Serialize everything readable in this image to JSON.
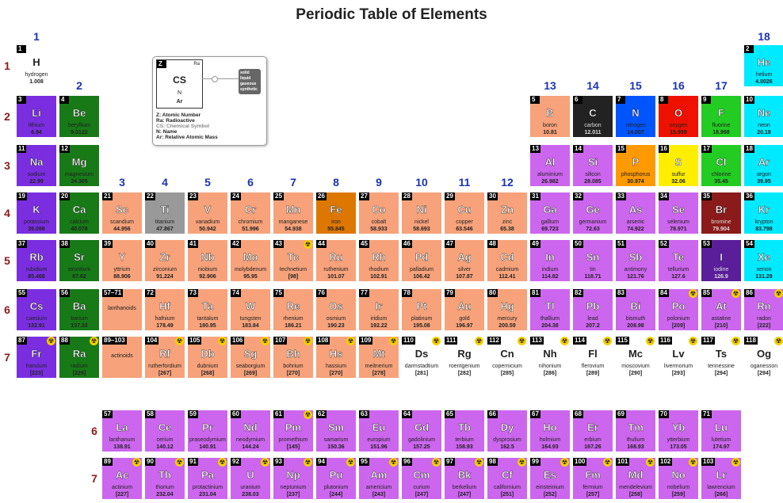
{
  "title": "Periodic Table of Elements",
  "groups": [
    "1",
    "2",
    "3",
    "4",
    "5",
    "6",
    "7",
    "8",
    "9",
    "10",
    "11",
    "12",
    "13",
    "14",
    "15",
    "16",
    "17",
    "18"
  ],
  "periods": [
    "1",
    "2",
    "3",
    "4",
    "5",
    "6",
    "7"
  ],
  "fblock_periods": [
    "6",
    "7"
  ],
  "legend": {
    "z": "Z",
    "ra": "Ra",
    "cs": "CS",
    "n": "N",
    "ar": "Ar",
    "states": "solid\nliquid\ngaseous\nsynthetic",
    "key": [
      "Z: Atomic Number",
      "Ra: Radioactive",
      "CS: Chemical Symbol",
      "N: Name",
      "Ar: Relative Atomic Mass"
    ]
  },
  "placeholders": [
    {
      "num": "57–71",
      "name": "lanthanoids",
      "row": 6,
      "col": 3
    },
    {
      "num": "89–103",
      "name": "actinoids",
      "row": 7,
      "col": 3
    }
  ],
  "colors": {
    "alkali": "#7a2ee0",
    "alkaline": "#177a17",
    "transition": "#f7a27a",
    "post": "#cc66ee",
    "metalloid": "#f7a27a",
    "nonmetal": "#0055ff",
    "halogen": "#22cc22",
    "noble": "#00eaff",
    "lanthanide": "#cc66ee",
    "unknown": "#ffffff",
    "hydrogen": "#ffffff",
    "carbon": "#222222",
    "oxygen": "#ee1100",
    "phosphorus": "#ff9900",
    "sulfur": "#ffee00",
    "titanium": "#999999",
    "iron": "#dd7700",
    "bromine": "#8b1a1a",
    "iodine": "#5a1e9a"
  },
  "elements": [
    {
      "n": "1",
      "s": "H",
      "name": "hydrogen",
      "w": "1.008",
      "r": 1,
      "c": 1,
      "col": "#ffffff"
    },
    {
      "n": "2",
      "s": "He",
      "name": "helium",
      "w": "4.0026",
      "r": 1,
      "c": 18,
      "col": "#00eaff"
    },
    {
      "n": "3",
      "s": "Li",
      "name": "lithium",
      "w": "6.94",
      "r": 2,
      "c": 1,
      "col": "#7a2ee0"
    },
    {
      "n": "4",
      "s": "Be",
      "name": "beryllium",
      "w": "9.0122",
      "r": 2,
      "c": 2,
      "col": "#177a17"
    },
    {
      "n": "5",
      "s": "B",
      "name": "boron",
      "w": "10.81",
      "r": 2,
      "c": 13,
      "col": "#f7a27a"
    },
    {
      "n": "6",
      "s": "C",
      "name": "carbon",
      "w": "12.011",
      "r": 2,
      "c": 14,
      "col": "#222222"
    },
    {
      "n": "7",
      "s": "N",
      "name": "nitrogen",
      "w": "14.007",
      "r": 2,
      "c": 15,
      "col": "#0055ff"
    },
    {
      "n": "8",
      "s": "O",
      "name": "oxygen",
      "w": "15.999",
      "r": 2,
      "c": 16,
      "col": "#ee1100"
    },
    {
      "n": "9",
      "s": "F",
      "name": "fluorine",
      "w": "18.998",
      "r": 2,
      "c": 17,
      "col": "#22cc22"
    },
    {
      "n": "10",
      "s": "Ne",
      "name": "neon",
      "w": "20.18",
      "r": 2,
      "c": 18,
      "col": "#00eaff"
    },
    {
      "n": "11",
      "s": "Na",
      "name": "sodium",
      "w": "22.99",
      "r": 3,
      "c": 1,
      "col": "#7a2ee0"
    },
    {
      "n": "12",
      "s": "Mg",
      "name": "magnesium",
      "w": "24.305",
      "r": 3,
      "c": 2,
      "col": "#177a17"
    },
    {
      "n": "13",
      "s": "Al",
      "name": "aluminium",
      "w": "26.982",
      "r": 3,
      "c": 13,
      "col": "#cc66ee"
    },
    {
      "n": "14",
      "s": "Si",
      "name": "silicon",
      "w": "28.085",
      "r": 3,
      "c": 14,
      "col": "#cc66ee"
    },
    {
      "n": "15",
      "s": "P",
      "name": "phosphorus",
      "w": "30.974",
      "r": 3,
      "c": 15,
      "col": "#ff9900"
    },
    {
      "n": "16",
      "s": "S",
      "name": "sulfur",
      "w": "32.06",
      "r": 3,
      "c": 16,
      "col": "#ffee00"
    },
    {
      "n": "17",
      "s": "Cl",
      "name": "chlorine",
      "w": "35.45",
      "r": 3,
      "c": 17,
      "col": "#22cc22"
    },
    {
      "n": "18",
      "s": "Ar",
      "name": "argon",
      "w": "39.95",
      "r": 3,
      "c": 18,
      "col": "#00eaff"
    },
    {
      "n": "19",
      "s": "K",
      "name": "potassium",
      "w": "39.098",
      "r": 4,
      "c": 1,
      "col": "#7a2ee0"
    },
    {
      "n": "20",
      "s": "Ca",
      "name": "calcium",
      "w": "40.078",
      "r": 4,
      "c": 2,
      "col": "#177a17"
    },
    {
      "n": "21",
      "s": "Sc",
      "name": "scandium",
      "w": "44.956",
      "r": 4,
      "c": 3,
      "col": "#f7a27a"
    },
    {
      "n": "22",
      "s": "Ti",
      "name": "titanium",
      "w": "47.867",
      "r": 4,
      "c": 4,
      "col": "#999999"
    },
    {
      "n": "23",
      "s": "V",
      "name": "vanadium",
      "w": "50.942",
      "r": 4,
      "c": 5,
      "col": "#f7a27a"
    },
    {
      "n": "24",
      "s": "Cr",
      "name": "chromium",
      "w": "51.996",
      "r": 4,
      "c": 6,
      "col": "#f7a27a"
    },
    {
      "n": "25",
      "s": "Mn",
      "name": "manganese",
      "w": "54.938",
      "r": 4,
      "c": 7,
      "col": "#f7a27a"
    },
    {
      "n": "26",
      "s": "Fe",
      "name": "iron",
      "w": "55.845",
      "r": 4,
      "c": 8,
      "col": "#dd7700"
    },
    {
      "n": "27",
      "s": "Co",
      "name": "cobalt",
      "w": "58.933",
      "r": 4,
      "c": 9,
      "col": "#f7a27a"
    },
    {
      "n": "28",
      "s": "Ni",
      "name": "nickel",
      "w": "58.693",
      "r": 4,
      "c": 10,
      "col": "#f7a27a"
    },
    {
      "n": "29",
      "s": "Cu",
      "name": "copper",
      "w": "63.546",
      "r": 4,
      "c": 11,
      "col": "#f7a27a"
    },
    {
      "n": "30",
      "s": "Zn",
      "name": "zinc",
      "w": "65.38",
      "r": 4,
      "c": 12,
      "col": "#f7a27a"
    },
    {
      "n": "31",
      "s": "Ga",
      "name": "gallium",
      "w": "69.723",
      "r": 4,
      "c": 13,
      "col": "#cc66ee"
    },
    {
      "n": "32",
      "s": "Ge",
      "name": "germanium",
      "w": "72.63",
      "r": 4,
      "c": 14,
      "col": "#cc66ee"
    },
    {
      "n": "33",
      "s": "As",
      "name": "arsenic",
      "w": "74.922",
      "r": 4,
      "c": 15,
      "col": "#cc66ee"
    },
    {
      "n": "34",
      "s": "Se",
      "name": "selenium",
      "w": "78.971",
      "r": 4,
      "c": 16,
      "col": "#cc66ee"
    },
    {
      "n": "35",
      "s": "Br",
      "name": "bromine",
      "w": "79.904",
      "r": 4,
      "c": 17,
      "col": "#8b1a1a"
    },
    {
      "n": "36",
      "s": "Kr",
      "name": "krypton",
      "w": "83.798",
      "r": 4,
      "c": 18,
      "col": "#00eaff"
    },
    {
      "n": "37",
      "s": "Rb",
      "name": "rubidium",
      "w": "85.468",
      "r": 5,
      "c": 1,
      "col": "#7a2ee0"
    },
    {
      "n": "38",
      "s": "Sr",
      "name": "strontium",
      "w": "87.62",
      "r": 5,
      "c": 2,
      "col": "#177a17"
    },
    {
      "n": "39",
      "s": "Y",
      "name": "yttrium",
      "w": "88.906",
      "r": 5,
      "c": 3,
      "col": "#f7a27a"
    },
    {
      "n": "40",
      "s": "Zr",
      "name": "zirconium",
      "w": "91.224",
      "r": 5,
      "c": 4,
      "col": "#f7a27a"
    },
    {
      "n": "41",
      "s": "Nb",
      "name": "niobium",
      "w": "92.906",
      "r": 5,
      "c": 5,
      "col": "#f7a27a"
    },
    {
      "n": "42",
      "s": "Mo",
      "name": "molybdenum",
      "w": "95.95",
      "r": 5,
      "c": 6,
      "col": "#f7a27a"
    },
    {
      "n": "43",
      "s": "Tc",
      "name": "technetium",
      "w": "[98]",
      "r": 5,
      "c": 7,
      "col": "#f7a27a",
      "rad": true
    },
    {
      "n": "44",
      "s": "Ru",
      "name": "ruthenium",
      "w": "101.07",
      "r": 5,
      "c": 8,
      "col": "#f7a27a"
    },
    {
      "n": "45",
      "s": "Rh",
      "name": "rhodium",
      "w": "102.91",
      "r": 5,
      "c": 9,
      "col": "#f7a27a"
    },
    {
      "n": "46",
      "s": "Pd",
      "name": "palladium",
      "w": "106.42",
      "r": 5,
      "c": 10,
      "col": "#f7a27a"
    },
    {
      "n": "47",
      "s": "Ag",
      "name": "silver",
      "w": "107.87",
      "r": 5,
      "c": 11,
      "col": "#f7a27a"
    },
    {
      "n": "48",
      "s": "Cd",
      "name": "cadmium",
      "w": "112.41",
      "r": 5,
      "c": 12,
      "col": "#f7a27a"
    },
    {
      "n": "49",
      "s": "In",
      "name": "indium",
      "w": "114.82",
      "r": 5,
      "c": 13,
      "col": "#cc66ee"
    },
    {
      "n": "50",
      "s": "Sn",
      "name": "tin",
      "w": "118.71",
      "r": 5,
      "c": 14,
      "col": "#cc66ee"
    },
    {
      "n": "51",
      "s": "Sb",
      "name": "antimony",
      "w": "121.76",
      "r": 5,
      "c": 15,
      "col": "#cc66ee"
    },
    {
      "n": "52",
      "s": "Te",
      "name": "tellurium",
      "w": "127.6",
      "r": 5,
      "c": 16,
      "col": "#cc66ee"
    },
    {
      "n": "53",
      "s": "I",
      "name": "iodine",
      "w": "126.9",
      "r": 5,
      "c": 17,
      "col": "#5a1e9a"
    },
    {
      "n": "54",
      "s": "Xe",
      "name": "xenon",
      "w": "131.29",
      "r": 5,
      "c": 18,
      "col": "#00eaff"
    },
    {
      "n": "55",
      "s": "Cs",
      "name": "caesium",
      "w": "132.91",
      "r": 6,
      "c": 1,
      "col": "#7a2ee0"
    },
    {
      "n": "56",
      "s": "Ba",
      "name": "barium",
      "w": "137.33",
      "r": 6,
      "c": 2,
      "col": "#177a17"
    },
    {
      "n": "72",
      "s": "Hf",
      "name": "hafnium",
      "w": "178.49",
      "r": 6,
      "c": 4,
      "col": "#f7a27a"
    },
    {
      "n": "73",
      "s": "Ta",
      "name": "tantalum",
      "w": "180.95",
      "r": 6,
      "c": 5,
      "col": "#f7a27a"
    },
    {
      "n": "74",
      "s": "W",
      "name": "tungsten",
      "w": "183.84",
      "r": 6,
      "c": 6,
      "col": "#f7a27a"
    },
    {
      "n": "75",
      "s": "Re",
      "name": "rhenium",
      "w": "186.21",
      "r": 6,
      "c": 7,
      "col": "#f7a27a"
    },
    {
      "n": "76",
      "s": "Os",
      "name": "osmium",
      "w": "190.23",
      "r": 6,
      "c": 8,
      "col": "#f7a27a"
    },
    {
      "n": "77",
      "s": "Ir",
      "name": "iridium",
      "w": "192.22",
      "r": 6,
      "c": 9,
      "col": "#f7a27a"
    },
    {
      "n": "78",
      "s": "Pt",
      "name": "platinum",
      "w": "195.08",
      "r": 6,
      "c": 10,
      "col": "#f7a27a"
    },
    {
      "n": "79",
      "s": "Au",
      "name": "gold",
      "w": "196.97",
      "r": 6,
      "c": 11,
      "col": "#f7a27a"
    },
    {
      "n": "80",
      "s": "Hg",
      "name": "mercury",
      "w": "200.59",
      "r": 6,
      "c": 12,
      "col": "#f7a27a"
    },
    {
      "n": "81",
      "s": "Tl",
      "name": "thallium",
      "w": "204.38",
      "r": 6,
      "c": 13,
      "col": "#cc66ee"
    },
    {
      "n": "82",
      "s": "Pb",
      "name": "lead",
      "w": "207.2",
      "r": 6,
      "c": 14,
      "col": "#cc66ee"
    },
    {
      "n": "83",
      "s": "Bi",
      "name": "bismuth",
      "w": "208.98",
      "r": 6,
      "c": 15,
      "col": "#cc66ee"
    },
    {
      "n": "84",
      "s": "Po",
      "name": "polonium",
      "w": "[209]",
      "r": 6,
      "c": 16,
      "col": "#cc66ee",
      "rad": true
    },
    {
      "n": "85",
      "s": "At",
      "name": "astatine",
      "w": "[210]",
      "r": 6,
      "c": 17,
      "col": "#cc66ee",
      "rad": true
    },
    {
      "n": "86",
      "s": "Rn",
      "name": "radon",
      "w": "[222]",
      "r": 6,
      "c": 18,
      "col": "#cc66ee",
      "rad": true
    },
    {
      "n": "87",
      "s": "Fr",
      "name": "francium",
      "w": "[223]",
      "r": 7,
      "c": 1,
      "col": "#7a2ee0",
      "rad": true
    },
    {
      "n": "88",
      "s": "Ra",
      "name": "radium",
      "w": "[226]",
      "r": 7,
      "c": 2,
      "col": "#177a17",
      "rad": true
    },
    {
      "n": "104",
      "s": "Rf",
      "name": "rutherfordium",
      "w": "[267]",
      "r": 7,
      "c": 4,
      "col": "#f7a27a",
      "rad": true
    },
    {
      "n": "105",
      "s": "Db",
      "name": "dubnium",
      "w": "[268]",
      "r": 7,
      "c": 5,
      "col": "#f7a27a",
      "rad": true
    },
    {
      "n": "106",
      "s": "Sg",
      "name": "seaborgium",
      "w": "[269]",
      "r": 7,
      "c": 6,
      "col": "#f7a27a",
      "rad": true
    },
    {
      "n": "107",
      "s": "Bh",
      "name": "bohrium",
      "w": "[270]",
      "r": 7,
      "c": 7,
      "col": "#f7a27a",
      "rad": true
    },
    {
      "n": "108",
      "s": "Hs",
      "name": "hassium",
      "w": "[270]",
      "r": 7,
      "c": 8,
      "col": "#f7a27a",
      "rad": true
    },
    {
      "n": "109",
      "s": "Mt",
      "name": "meitnerium",
      "w": "[278]",
      "r": 7,
      "c": 9,
      "col": "#f7a27a",
      "rad": true
    },
    {
      "n": "110",
      "s": "Ds",
      "name": "darmstadtium",
      "w": "[281]",
      "r": 7,
      "c": 10,
      "col": "#ffffff",
      "rad": true
    },
    {
      "n": "111",
      "s": "Rg",
      "name": "roentgenium",
      "w": "[282]",
      "r": 7,
      "c": 11,
      "col": "#ffffff",
      "rad": true
    },
    {
      "n": "112",
      "s": "Cn",
      "name": "copernicium",
      "w": "[285]",
      "r": 7,
      "c": 12,
      "col": "#ffffff",
      "rad": true
    },
    {
      "n": "113",
      "s": "Nh",
      "name": "nihonium",
      "w": "[286]",
      "r": 7,
      "c": 13,
      "col": "#ffffff",
      "rad": true
    },
    {
      "n": "114",
      "s": "Fl",
      "name": "flerovium",
      "w": "[289]",
      "r": 7,
      "c": 14,
      "col": "#ffffff",
      "rad": true
    },
    {
      "n": "115",
      "s": "Mc",
      "name": "moscovium",
      "w": "[290]",
      "r": 7,
      "c": 15,
      "col": "#ffffff",
      "rad": true
    },
    {
      "n": "116",
      "s": "Lv",
      "name": "livermorium",
      "w": "[293]",
      "r": 7,
      "c": 16,
      "col": "#ffffff",
      "rad": true
    },
    {
      "n": "117",
      "s": "Ts",
      "name": "tennessine",
      "w": "[294]",
      "r": 7,
      "c": 17,
      "col": "#ffffff",
      "rad": true
    },
    {
      "n": "118",
      "s": "Og",
      "name": "oganesson",
      "w": "[294]",
      "r": 7,
      "c": 18,
      "col": "#ffffff",
      "rad": true
    },
    {
      "n": "57",
      "s": "La",
      "name": "lanthanum",
      "w": "138.91",
      "r": 9,
      "c": 3,
      "col": "#cc66ee"
    },
    {
      "n": "58",
      "s": "Ce",
      "name": "cerium",
      "w": "140.12",
      "r": 9,
      "c": 4,
      "col": "#cc66ee"
    },
    {
      "n": "59",
      "s": "Pr",
      "name": "praseodymium",
      "w": "140.91",
      "r": 9,
      "c": 5,
      "col": "#cc66ee"
    },
    {
      "n": "60",
      "s": "Nd",
      "name": "neodymium",
      "w": "144.24",
      "r": 9,
      "c": 6,
      "col": "#cc66ee"
    },
    {
      "n": "61",
      "s": "Pm",
      "name": "promethium",
      "w": "[145]",
      "r": 9,
      "c": 7,
      "col": "#cc66ee",
      "rad": true
    },
    {
      "n": "62",
      "s": "Sm",
      "name": "samarium",
      "w": "150.36",
      "r": 9,
      "c": 8,
      "col": "#cc66ee"
    },
    {
      "n": "63",
      "s": "Eu",
      "name": "europium",
      "w": "151.96",
      "r": 9,
      "c": 9,
      "col": "#cc66ee"
    },
    {
      "n": "64",
      "s": "Gd",
      "name": "gadolinium",
      "w": "157.25",
      "r": 9,
      "c": 10,
      "col": "#cc66ee"
    },
    {
      "n": "65",
      "s": "Tb",
      "name": "terbium",
      "w": "158.93",
      "r": 9,
      "c": 11,
      "col": "#cc66ee"
    },
    {
      "n": "66",
      "s": "Dy",
      "name": "dysprosium",
      "w": "162.5",
      "r": 9,
      "c": 12,
      "col": "#cc66ee"
    },
    {
      "n": "67",
      "s": "Ho",
      "name": "holmium",
      "w": "164.93",
      "r": 9,
      "c": 13,
      "col": "#cc66ee"
    },
    {
      "n": "68",
      "s": "Er",
      "name": "erbium",
      "w": "167.26",
      "r": 9,
      "c": 14,
      "col": "#cc66ee"
    },
    {
      "n": "69",
      "s": "Tm",
      "name": "thulium",
      "w": "168.93",
      "r": 9,
      "c": 15,
      "col": "#cc66ee"
    },
    {
      "n": "70",
      "s": "Yb",
      "name": "ytterbium",
      "w": "173.05",
      "r": 9,
      "c": 16,
      "col": "#cc66ee"
    },
    {
      "n": "71",
      "s": "Lu",
      "name": "lutetium",
      "w": "174.97",
      "r": 9,
      "c": 17,
      "col": "#cc66ee"
    },
    {
      "n": "89",
      "s": "Ac",
      "name": "actinium",
      "w": "[227]",
      "r": 10,
      "c": 3,
      "col": "#cc66ee",
      "rad": true
    },
    {
      "n": "90",
      "s": "Th",
      "name": "thorium",
      "w": "232.04",
      "r": 10,
      "c": 4,
      "col": "#cc66ee",
      "rad": true
    },
    {
      "n": "91",
      "s": "Pa",
      "name": "protactinium",
      "w": "231.04",
      "r": 10,
      "c": 5,
      "col": "#cc66ee",
      "rad": true
    },
    {
      "n": "92",
      "s": "U",
      "name": "uranium",
      "w": "238.03",
      "r": 10,
      "c": 6,
      "col": "#cc66ee",
      "rad": true
    },
    {
      "n": "93",
      "s": "Np",
      "name": "neptunium",
      "w": "[237]",
      "r": 10,
      "c": 7,
      "col": "#cc66ee",
      "rad": true
    },
    {
      "n": "94",
      "s": "Pu",
      "name": "plutonium",
      "w": "[244]",
      "r": 10,
      "c": 8,
      "col": "#cc66ee",
      "rad": true
    },
    {
      "n": "95",
      "s": "Am",
      "name": "americium",
      "w": "[243]",
      "r": 10,
      "c": 9,
      "col": "#cc66ee",
      "rad": true
    },
    {
      "n": "96",
      "s": "Cm",
      "name": "curium",
      "w": "[247]",
      "r": 10,
      "c": 10,
      "col": "#cc66ee",
      "rad": true
    },
    {
      "n": "97",
      "s": "Bk",
      "name": "berkelium",
      "w": "[247]",
      "r": 10,
      "c": 11,
      "col": "#cc66ee",
      "rad": true
    },
    {
      "n": "98",
      "s": "Cf",
      "name": "californium",
      "w": "[251]",
      "r": 10,
      "c": 12,
      "col": "#cc66ee",
      "rad": true
    },
    {
      "n": "99",
      "s": "Es",
      "name": "einsteinium",
      "w": "[252]",
      "r": 10,
      "c": 13,
      "col": "#cc66ee",
      "rad": true
    },
    {
      "n": "100",
      "s": "Fm",
      "name": "fermium",
      "w": "[257]",
      "r": 10,
      "c": 14,
      "col": "#cc66ee",
      "rad": true
    },
    {
      "n": "101",
      "s": "Md",
      "name": "mendelevium",
      "w": "[258]",
      "r": 10,
      "c": 15,
      "col": "#cc66ee",
      "rad": true
    },
    {
      "n": "102",
      "s": "No",
      "name": "nobelium",
      "w": "[259]",
      "r": 10,
      "c": 16,
      "col": "#cc66ee",
      "rad": true
    },
    {
      "n": "103",
      "s": "Lr",
      "name": "lawrencium",
      "w": "[266]",
      "r": 10,
      "c": 17,
      "col": "#cc66ee",
      "rad": true
    }
  ]
}
